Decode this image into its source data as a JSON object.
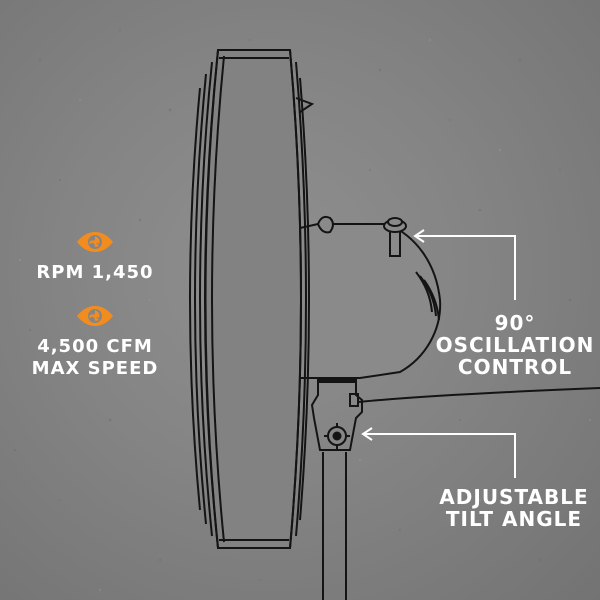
{
  "specs": [
    {
      "icon": "fan-speed-icon",
      "text": "RPM 1,450"
    },
    {
      "icon": "fan-speed-icon",
      "text": "4,500 CFM\nMAX SPEED"
    }
  ],
  "callouts": [
    {
      "text": "90°\nOSCILLATION\nCONTROL"
    },
    {
      "text": "ADJUSTABLE\nTILT ANGLE"
    }
  ],
  "colors": {
    "accent": "#F28C1E",
    "text": "#FFFFFF",
    "background": "#858585",
    "line_art": "#141414"
  }
}
